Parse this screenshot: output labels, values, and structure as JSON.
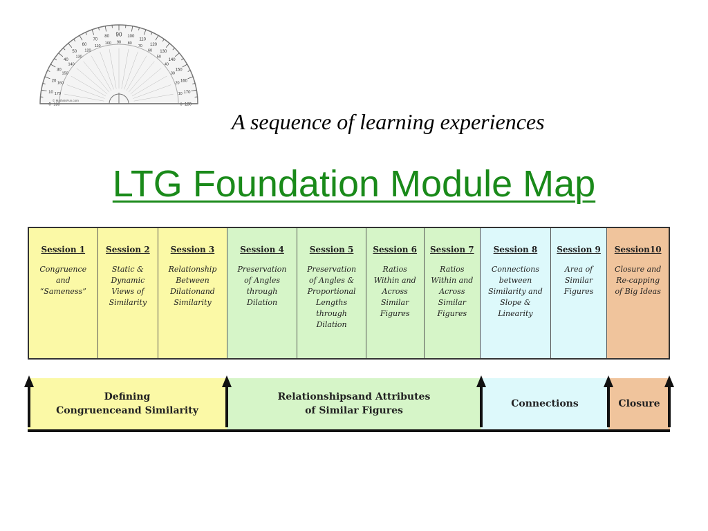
{
  "protractor": {
    "degrees_outer": [
      "0",
      "10",
      "20",
      "30",
      "40",
      "50",
      "60",
      "70",
      "80",
      "90",
      "100",
      "110",
      "120",
      "130",
      "140",
      "150",
      "160",
      "170",
      "180"
    ],
    "degrees_inner": [
      "180",
      "170",
      "160",
      "150",
      "140",
      "130",
      "120",
      "110",
      "100",
      "90",
      "80",
      "70",
      "60",
      "50",
      "40",
      "30",
      "20",
      "10",
      "0"
    ],
    "credit": "© MathsIsFun.com"
  },
  "subtitle": "A sequence of learning experiences",
  "title": "LTG Foundation Module Map",
  "colors": {
    "yellow": "#fbf9a6",
    "green": "#d6f5c8",
    "cyan": "#ddf9fb",
    "orange": "#f0c49c",
    "title_green": "#1a8a1a"
  },
  "sessions": [
    {
      "name": "Session 1",
      "desc": "Congruence\nand\n“Sameness”",
      "color": "#fbf9a6"
    },
    {
      "name": "Session 2",
      "desc": "Static &\nDynamic\nViews of\nSimilarity",
      "color": "#fbf9a6"
    },
    {
      "name": "Session 3",
      "desc": "Relationship\nBetween\nDilationand\nSimilarity",
      "color": "#fbf9a6"
    },
    {
      "name": "Session 4",
      "desc": "Preservation\nof Angles\nthrough\nDilation",
      "color": "#d6f5c8"
    },
    {
      "name": "Session 5",
      "desc": "Preservation\nof Angles &\nProportional\nLengths\nthrough\nDilation",
      "color": "#d6f5c8"
    },
    {
      "name": "Session 6",
      "desc": "Ratios\nWithin and\nAcross\nSimilar\nFigures",
      "color": "#d6f5c8"
    },
    {
      "name": "Session 7",
      "desc": "Ratios\nWithin and\nAcross\nSimilar\nFigures",
      "color": "#d6f5c8"
    },
    {
      "name": "Session 8",
      "desc": "Connections\nbetween\nSimilarity and\nSlope &\nLinearity",
      "color": "#ddf9fb"
    },
    {
      "name": "Session 9",
      "desc": "Area of\nSimilar\nFigures",
      "color": "#ddf9fb"
    },
    {
      "name": "Session10",
      "desc": "Closure and\nRe-capping\nof Big Ideas",
      "color": "#f0c49c"
    }
  ],
  "phases": [
    {
      "label": "Defining\nCongruenceand Similarity",
      "color": "#fbf9a6"
    },
    {
      "label": "Relationshipsand Attributes\nof Similar Figures",
      "color": "#d6f5c8"
    },
    {
      "label": "Connections",
      "color": "#ddf9fb"
    },
    {
      "label": "Closure",
      "color": "#f0c49c"
    }
  ]
}
